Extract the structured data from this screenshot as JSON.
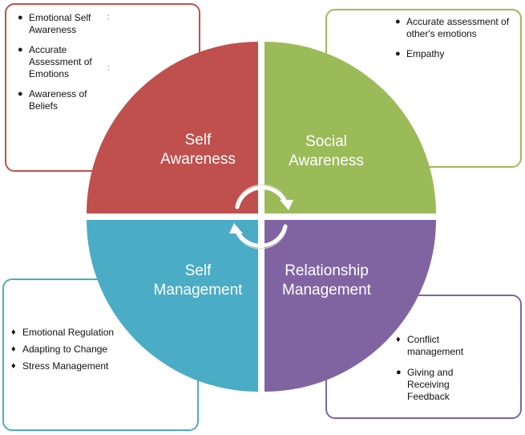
{
  "colors": {
    "self_awareness": "#c0504d",
    "social_awareness": "#9bbb59",
    "self_management": "#4bacc6",
    "relationship_management": "#8064a2"
  },
  "sectors": {
    "self_awareness": {
      "label": "Self\nAwareness",
      "items": [
        "Emotional Self Awareness",
        "Accurate Assessment of Emotions",
        "Awareness of Beliefs"
      ]
    },
    "social_awareness": {
      "label": "Social\nAwareness",
      "items": [
        "Accurate assessment of other's emotions",
        "Empathy"
      ]
    },
    "self_management": {
      "label": "Self\nManagement",
      "items": [
        "Emotional Regulation",
        "Adapting to Change",
        "Stress Management"
      ]
    },
    "relationship_management": {
      "label": "Relationship\nManagement",
      "items": [
        "Conflict management",
        "Giving and Receiving Feedback"
      ]
    }
  },
  "icons": {
    "center": "cycle-arrows-icon",
    "bullet_round": "●",
    "bullet_diamond": "♦"
  }
}
